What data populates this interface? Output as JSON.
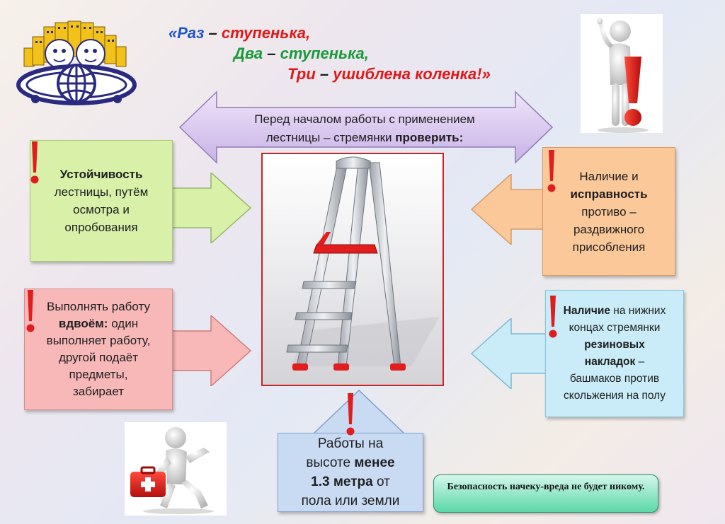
{
  "poem": {
    "line1": {
      "open_quote": "«",
      "word": "Раз",
      "dash": " – ",
      "rest": "ступенька,"
    },
    "line2": {
      "word": "Два",
      "dash": " – ",
      "rest": "ступенька,"
    },
    "line3": {
      "word": "Три",
      "dash": " – ",
      "rest": "ушиблена коленка!»"
    }
  },
  "top_banner": {
    "line1": "Перед началом работы с применением",
    "line2_plain": "лестницы – стремянки ",
    "line2_bold": "проверить:"
  },
  "box_stability": {
    "bold": "Устойчивость",
    "rest": [
      "лестницы, путём",
      "осмотра и",
      "опробования"
    ]
  },
  "box_lock": {
    "line1": "Наличие и",
    "bold": "исправность",
    "rest": [
      "противо –",
      "раздвижного",
      "присобления"
    ]
  },
  "box_two_people": {
    "line1": "Выполнять работу",
    "bold": "вдвоём:",
    "line2_tail": " один",
    "rest": [
      "выполняет работу,",
      "другой подаёт",
      "предметы,",
      "забирает"
    ]
  },
  "box_rubber": {
    "bold1": "Наличие",
    "line1_tail": " на нижних",
    "line2": "концах стремянки",
    "bold2": "резиновых",
    "bold3": "накладок",
    "line4_tail": " –",
    "rest": [
      "башмаков против",
      "скольжения на полу"
    ]
  },
  "box_height": {
    "line1": "Работы на",
    "line2_plain": "высоте ",
    "line2_bold": "менее",
    "line3_bold": "1.3 метра",
    "line3_tail": " от",
    "line4": "пола или земли"
  },
  "note": {
    "text": "Безопасность начеку-вреда не будет никому."
  },
  "colors": {
    "green_box": "#d8f0a8",
    "orange_box": "#fbc89a",
    "red_box": "#f8b8b8",
    "cyan_box": "#c9ecf8",
    "blue_box": "#c9daf3",
    "purple_arrow": "#dccaf0",
    "poem_blue": "#1f56c8",
    "poem_green": "#1a9a3a",
    "poem_red": "#e01919",
    "exclamation_red": "#e01e1e"
  }
}
